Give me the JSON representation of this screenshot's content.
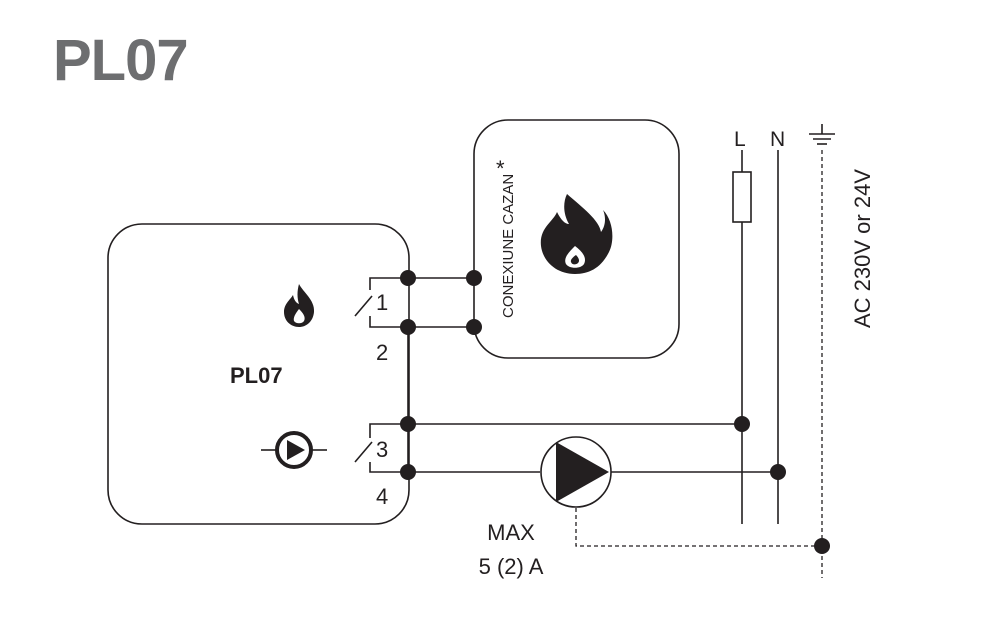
{
  "title": "PL07",
  "device": {
    "label": "PL07",
    "terminals": [
      "1",
      "2",
      "3",
      "4"
    ]
  },
  "boiler": {
    "label": "CONEXIUNE CAZAN",
    "asterisk": "*"
  },
  "supply": {
    "line_label": "L",
    "neutral_label": "N",
    "voltage_label": "AC 230V or 24V"
  },
  "pump": {
    "max_label": "MAX",
    "current_label": "5 (2) A"
  },
  "icons": [
    "flame-icon",
    "pump-icon",
    "ground-icon",
    "fuse-icon",
    "boiler-flame-icon"
  ],
  "colors": {
    "title": "#6d6e70",
    "ink": "#231f20"
  }
}
